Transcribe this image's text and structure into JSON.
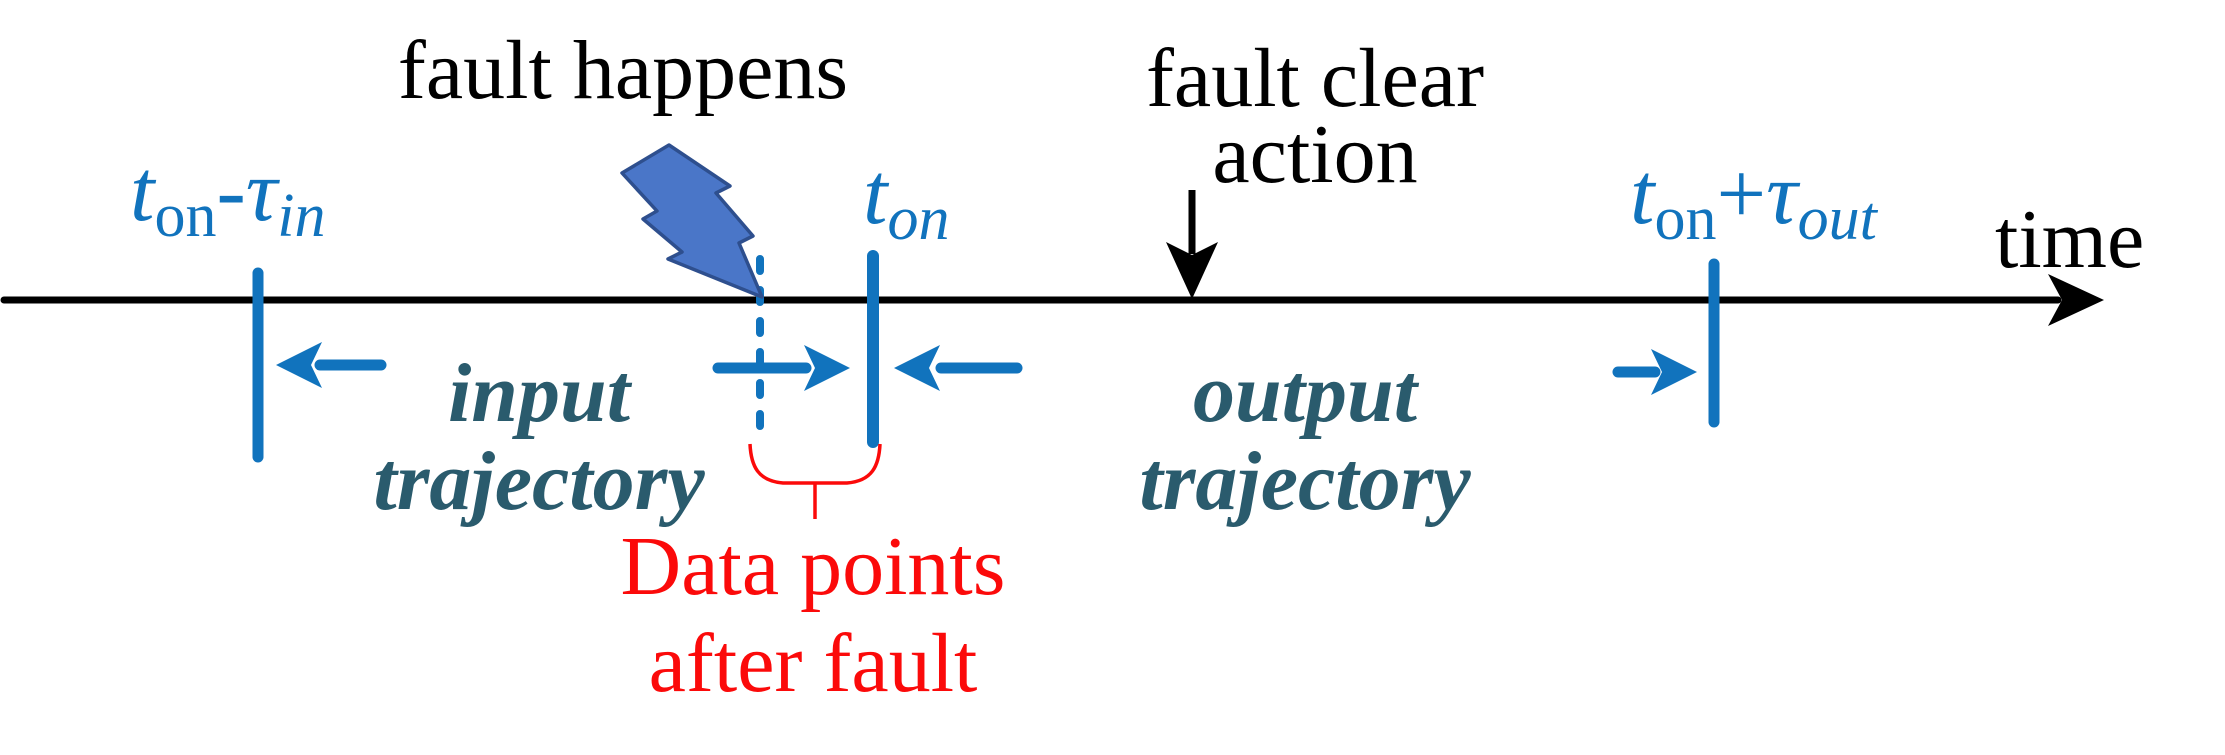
{
  "colors": {
    "axis": "#000000",
    "blue": "#1173bd",
    "teal": "#2a5b6d",
    "red": "#fb0a0a",
    "bolt_fill": "#4a76c8",
    "bolt_stroke": "#2e4f8e",
    "background": "#ffffff"
  },
  "labels": {
    "fault_happens": "fault happens",
    "fault_clear": {
      "line1": "fault clear",
      "line2": "action"
    },
    "axis_time": "time",
    "input_trajectory": {
      "line1": "input",
      "line2": "trajectory"
    },
    "output_trajectory": {
      "line1": "output",
      "line2": "trajectory"
    },
    "data_points": {
      "line1": "Data points",
      "line2": "after fault"
    }
  },
  "math_labels": {
    "pre_window": {
      "t": "t",
      "t_sub": "on",
      "op": "-",
      "tau": "τ",
      "tau_sub": "in"
    },
    "fault_on": {
      "t": "t",
      "t_sub": "on"
    },
    "post_window": {
      "t": "t",
      "t_sub": "on",
      "op": "+",
      "tau": "τ",
      "tau_sub": "out"
    }
  }
}
